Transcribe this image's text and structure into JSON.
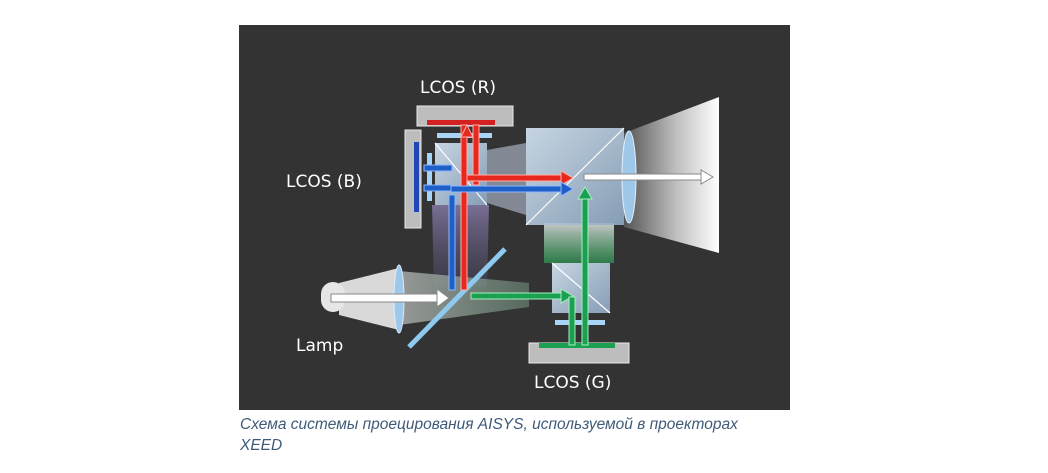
{
  "diagram": {
    "labels": {
      "lcos_r": "LCOS (R)",
      "lcos_b": "LCOS (B)",
      "lcos_g": "LCOS (G)",
      "lamp": "Lamp"
    },
    "colors": {
      "background": "#333333",
      "red": "#e8281e",
      "blue": "#1e5fc8",
      "green": "#1aa050",
      "white": "#ffffff"
    }
  },
  "caption": "Схема системы проецирования AISYS, используемой в проекторах XEED"
}
